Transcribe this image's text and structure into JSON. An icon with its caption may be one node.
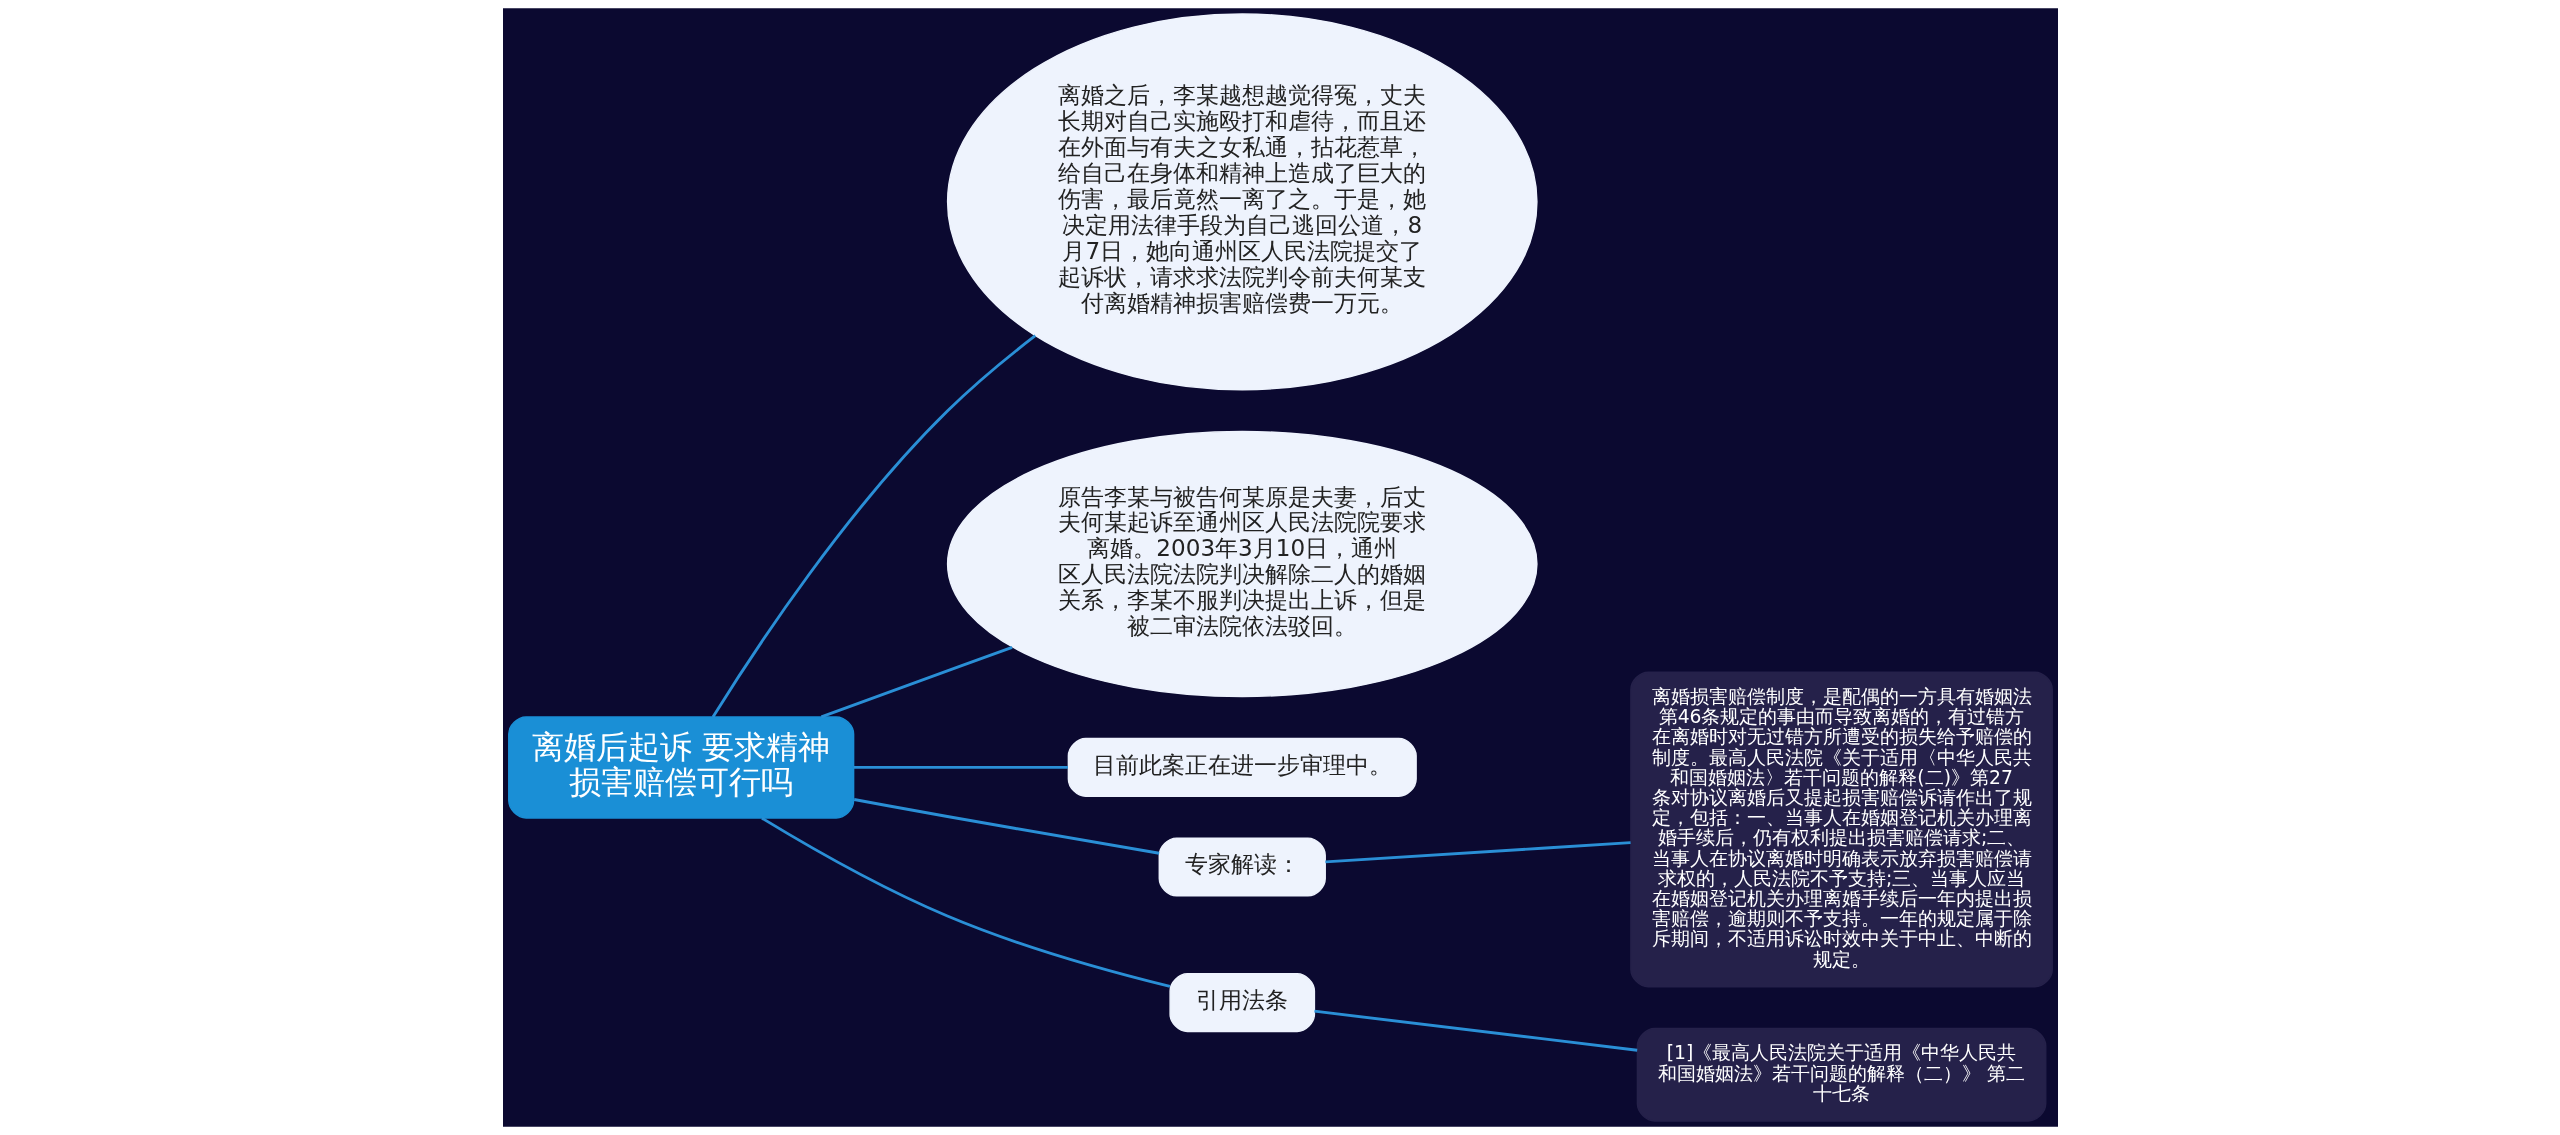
{
  "diagram": {
    "nodes": [
      {
        "text": [
          "离婚后起诉 要求精神损害赔偿可行吗"
        ]
      },
      {
        "text": [
          "离婚之后，李某越想越觉得冤，丈夫长期对自己实施殴打和虐待，而且还在外面与有夫之女私通，拈花惹草，给自己在身体和精神上造成了巨大的伤害，最后竟然一离了之。于是，她决定用法律手段为自己逃回公道，8月7日，她向通州区人民法院提交了起诉状，请求求法院判令前夫何某支付离婚精神损害赔偿费一万元。"
        ]
      },
      {
        "text": [
          "原告李某与被告何某原是夫妻，后丈夫何某起诉至通州区人民法院院要求离婚。2003年3月10日，通州区人民法院法院判决解除二人的婚姻关系，李某不服判决提出上诉，但是被二审法院依法驳回。"
        ]
      },
      {
        "text": [
          "目前此案正在进一步审理中。"
        ]
      },
      {
        "text": [
          "专家解读："
        ]
      },
      {
        "text": [
          "离婚损害赔偿制度，是配偶的一方具有婚姻法第46条规定的事由而导致离婚的，有过错方在离婚时对无过错方所遭受的损失给予赔偿的制度。最高人民法院《关于适用〈中华人民共和国婚姻法〉若干问题的解释(二)》第27条对协议离婚后又提起损害赔偿诉请作出了规定，包括：一、当事人在婚姻登记机关办理离婚手续后，仍有权利提出损害赔偿请求;二、当事人在协议离婚时明确表示放弃损害赔偿请求权的，人民法院不予支持;三、当事人应当在婚姻登记机关办理离婚手续后一年内提出损害赔偿，逾期则不予支持。一年的规定属于除斥期间，不适用诉讼时效中关于中止、中断的规定。"
        ]
      },
      {
        "text": [
          "引用法条"
        ]
      },
      {
        "text": [
          "[1]《最高人民法院关于适用《中华人民共和国婚姻法》若干问题的解释（二）》 第二十七条"
        ]
      }
    ],
    "edges": [
      {
        "from": 0,
        "to": 1,
        "arrow": "none"
      },
      {
        "from": 0,
        "to": 2,
        "arrow": "none"
      },
      {
        "from": 0,
        "to": 3,
        "arrow": "none"
      },
      {
        "from": 0,
        "to": 4,
        "arrow": "none"
      },
      {
        "from": 4,
        "to": 5,
        "arrow": "none"
      },
      {
        "from": 0,
        "to": 6,
        "arrow": "none"
      },
      {
        "from": 6,
        "to": 7,
        "arrow": "none"
      }
    ]
  }
}
